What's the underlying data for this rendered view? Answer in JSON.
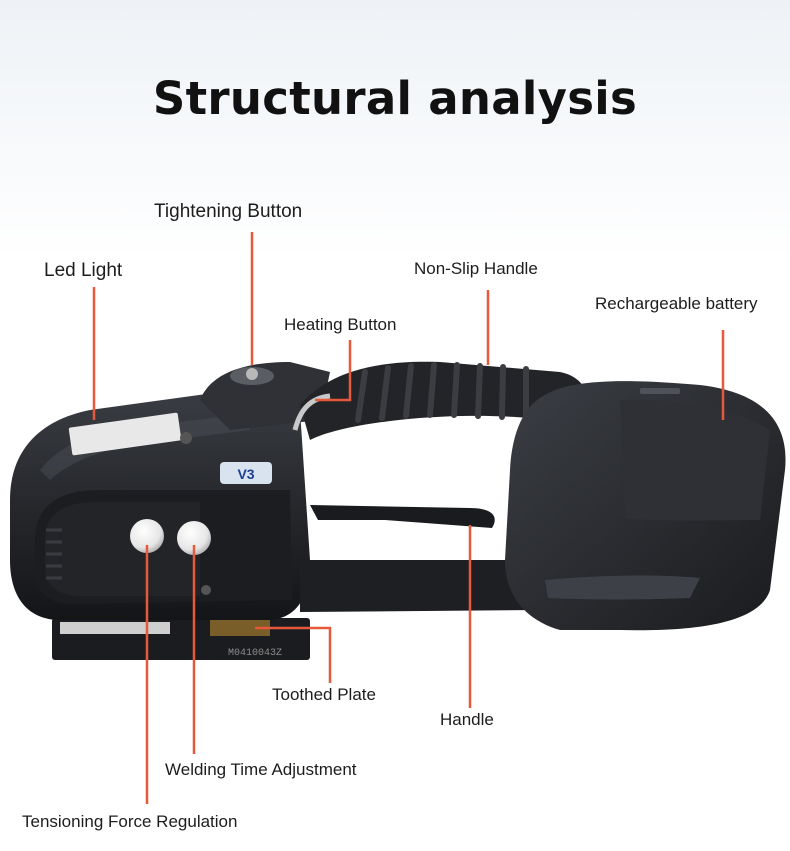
{
  "title": "Structural analysis",
  "callouts": {
    "tightening_button": "Tightening Button",
    "led_light": "Led Light",
    "non_slip_handle": "Non-Slip Handle",
    "rechargeable_battery": "Rechargeable battery",
    "heating_button": "Heating Button",
    "toothed_plate": "Toothed Plate",
    "handle": "Handle",
    "welding_time_adjustment": "Welding Time Adjustment",
    "tensioning_force_regulation": "Tensioning Force Regulation"
  },
  "device": {
    "logo_text": "V3",
    "serial_text": "M0410043Z"
  },
  "colors": {
    "leader_line": "#e8583a",
    "body": "#2b2d31",
    "body_dark": "#16171a",
    "highlight": "#4a4d53"
  }
}
